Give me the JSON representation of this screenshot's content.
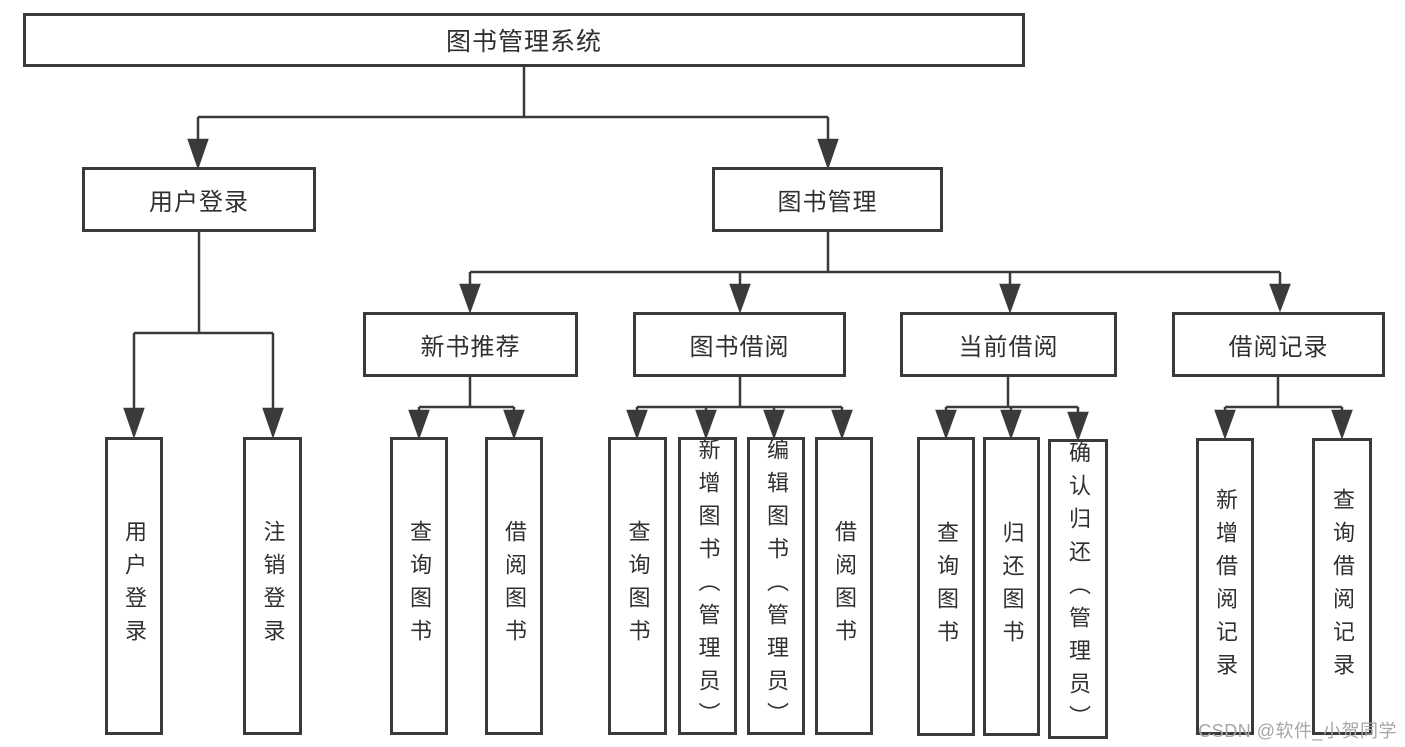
{
  "diagram": {
    "root": "图书管理系统",
    "children": [
      {
        "label": "用户登录",
        "children": [
          "用户登录",
          "注销登录"
        ]
      },
      {
        "label": "图书管理",
        "children": [
          {
            "label": "新书推荐",
            "children": [
              "查询图书",
              "借阅图书"
            ]
          },
          {
            "label": "图书借阅",
            "children": [
              "查询图书",
              "新增图书（管理员）",
              "编辑图书（管理员）",
              "借阅图书"
            ]
          },
          {
            "label": "当前借阅",
            "children": [
              "查询图书",
              "归还图书",
              "确认归还（管理员）"
            ]
          },
          {
            "label": "借阅记录",
            "children": [
              "新增借阅记录",
              "查询借阅记录"
            ]
          }
        ]
      }
    ]
  },
  "watermark": {
    "text": "CSDN @软件_小贺同学"
  },
  "colors": {
    "line": "#3a3a3a",
    "box_border": "#3a3a3a",
    "text": "#303030",
    "watermark": "#a6a6a6",
    "background": "#ffffff"
  }
}
